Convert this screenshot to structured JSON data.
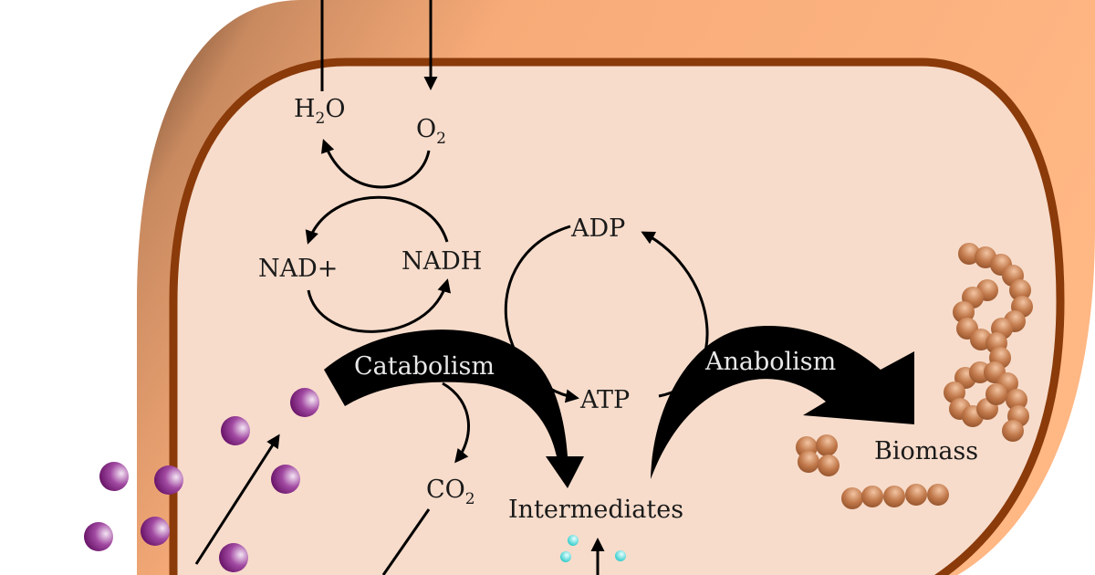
{
  "diagram": {
    "labels": {
      "h2o": {
        "main": "H",
        "sub": "2",
        "tail": "O"
      },
      "o2": {
        "main": "O",
        "sub": "2"
      },
      "co2": {
        "main": "CO",
        "sub": "2"
      },
      "nad_plus": "NAD+",
      "nadh": "NADH",
      "adp": "ADP",
      "atp": "ATP",
      "catabolism": "Catabolism",
      "anabolism": "Anabolism",
      "intermediates": "Intermediates",
      "biomass": "Biomass"
    },
    "colors": {
      "cell_wall": "#F4A67A",
      "membrane": "#8B3A0A",
      "cytoplasm": "#F7DCCB",
      "nutrient": "#8E2A8E",
      "small_molecule": "#40E0D0",
      "biomass_sphere": "#B8683A"
    }
  }
}
